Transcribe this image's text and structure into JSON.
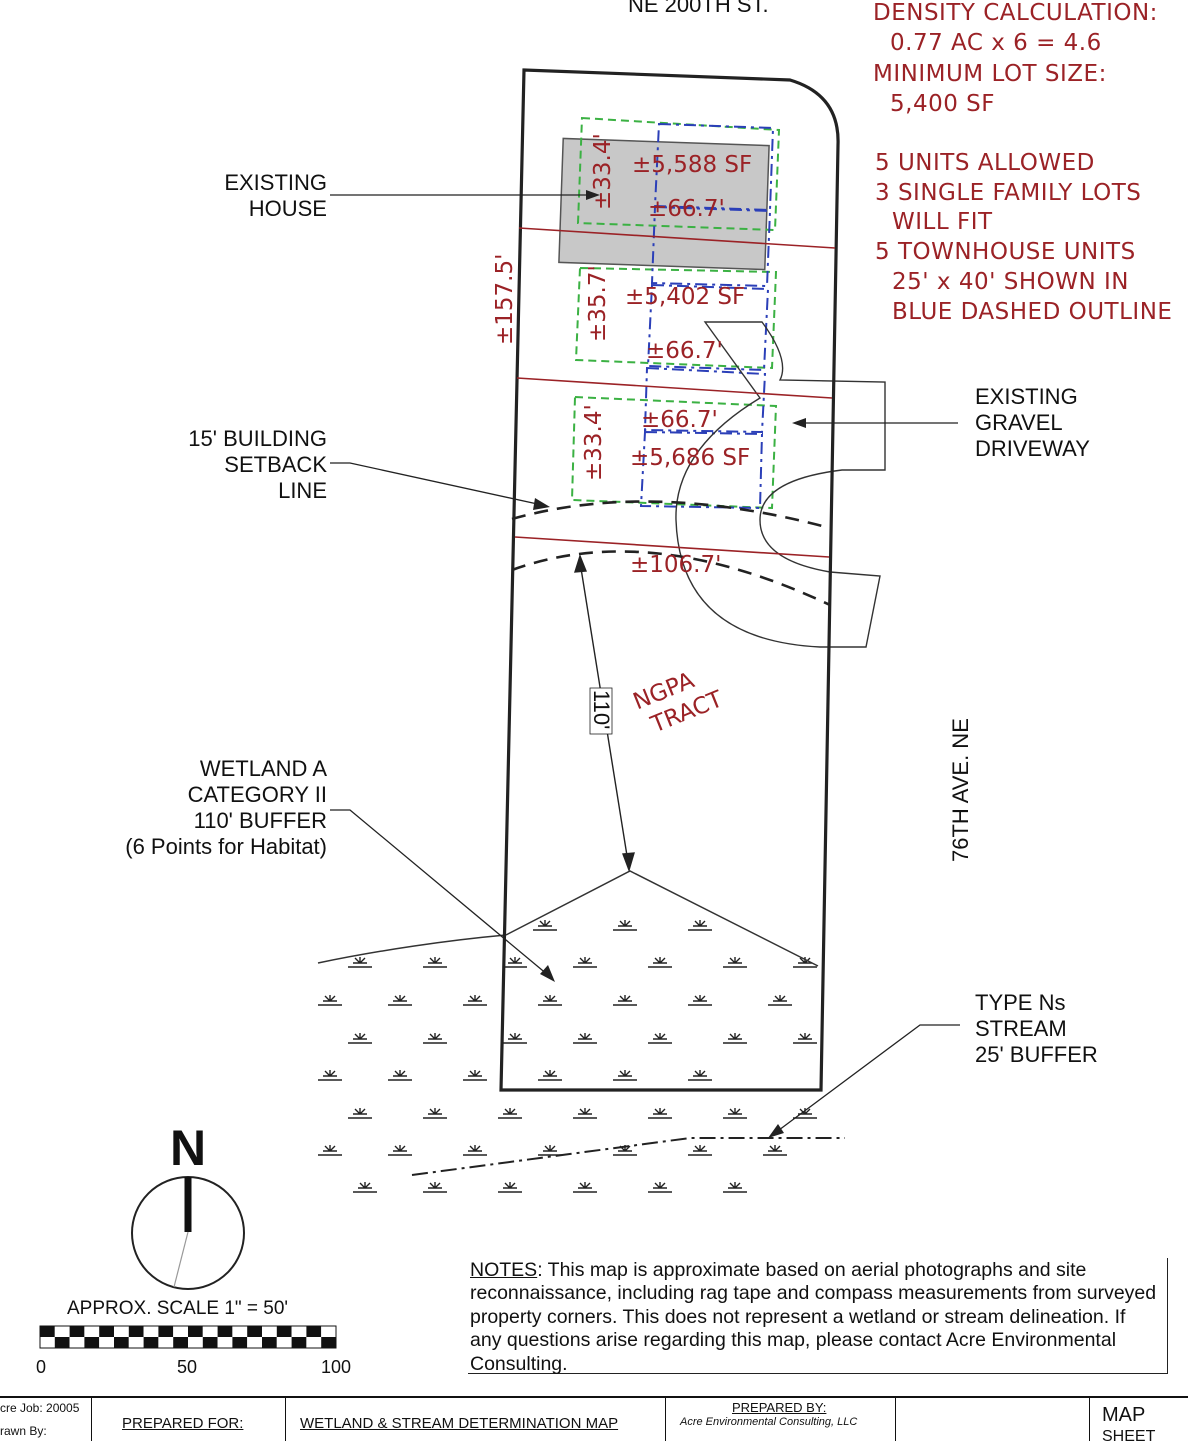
{
  "street_top": "NE 200TH ST.",
  "street_right": "76TH AVE. NE",
  "density": {
    "lines": [
      "DENSITY CALCULATION:",
      "0.77 AC x 6 = 4.6",
      "MINIMUM LOT SIZE:",
      "5,400 SF"
    ]
  },
  "units": {
    "lines": [
      "5 UNITS ALLOWED",
      "3 SINGLE FAMILY LOTS",
      "WILL FIT",
      "5 TOWNHOUSE UNITS",
      "25' x 40' SHOWN IN",
      "BLUE DASHED OUTLINE"
    ]
  },
  "callouts": {
    "existing_house": [
      "EXISTING",
      "HOUSE"
    ],
    "setback": [
      "15' BUILDING",
      "SETBACK",
      "LINE"
    ],
    "driveway": [
      "EXISTING",
      "GRAVEL",
      "DRIVEWAY"
    ],
    "wetland": [
      "WETLAND A",
      "CATEGORY II",
      "110' BUFFER",
      "(6 Points for Habitat)"
    ],
    "stream": [
      "TYPE Ns",
      "STREAM",
      "25' BUFFER"
    ]
  },
  "lots": [
    {
      "area": "±5,588 SF",
      "depth": "±33.4'",
      "width": "±66.7'"
    },
    {
      "area": "±5,402 SF",
      "depth": "±35.7'",
      "width": "±66.7'"
    },
    {
      "area": "±5,686 SF",
      "depth": "±33.4'",
      "width": "±66.7'"
    }
  ],
  "dims": {
    "total_depth": "±157.5'",
    "bottom_width": "±106.7'",
    "buffer_dim": "110'"
  },
  "ngpa": [
    "NGPA",
    "TRACT"
  ],
  "north": "N",
  "scale": {
    "label": "APPROX. SCALE 1\" = 50'",
    "ticks": [
      "0",
      "50",
      "100"
    ]
  },
  "notes": {
    "heading": "NOTES",
    "body": ": This map is approximate based on aerial photographs and site reconnaissance, including rag tape and compass measurements from surveyed property corners. This does not represent a wetland or stream delineation. If any questions arise regarding this map, please contact Acre Environmental Consulting."
  },
  "title_block": {
    "job": "cre Job: 20005",
    "drawn": "rawn By:",
    "prepared_for": "PREPARED FOR:",
    "map_title": "WETLAND & STREAM DETERMINATION MAP",
    "prepared_by": "PREPARED BY:",
    "firm": "Acre Environmental Consulting, LLC",
    "sheet": "MAP",
    "sheet2": "SHEET"
  },
  "colors": {
    "lot_line": "#9b2226",
    "setback_green": "#3bb143",
    "townhouse_blue": "#2b3fb8",
    "house_fill": "#c8c8c8"
  }
}
